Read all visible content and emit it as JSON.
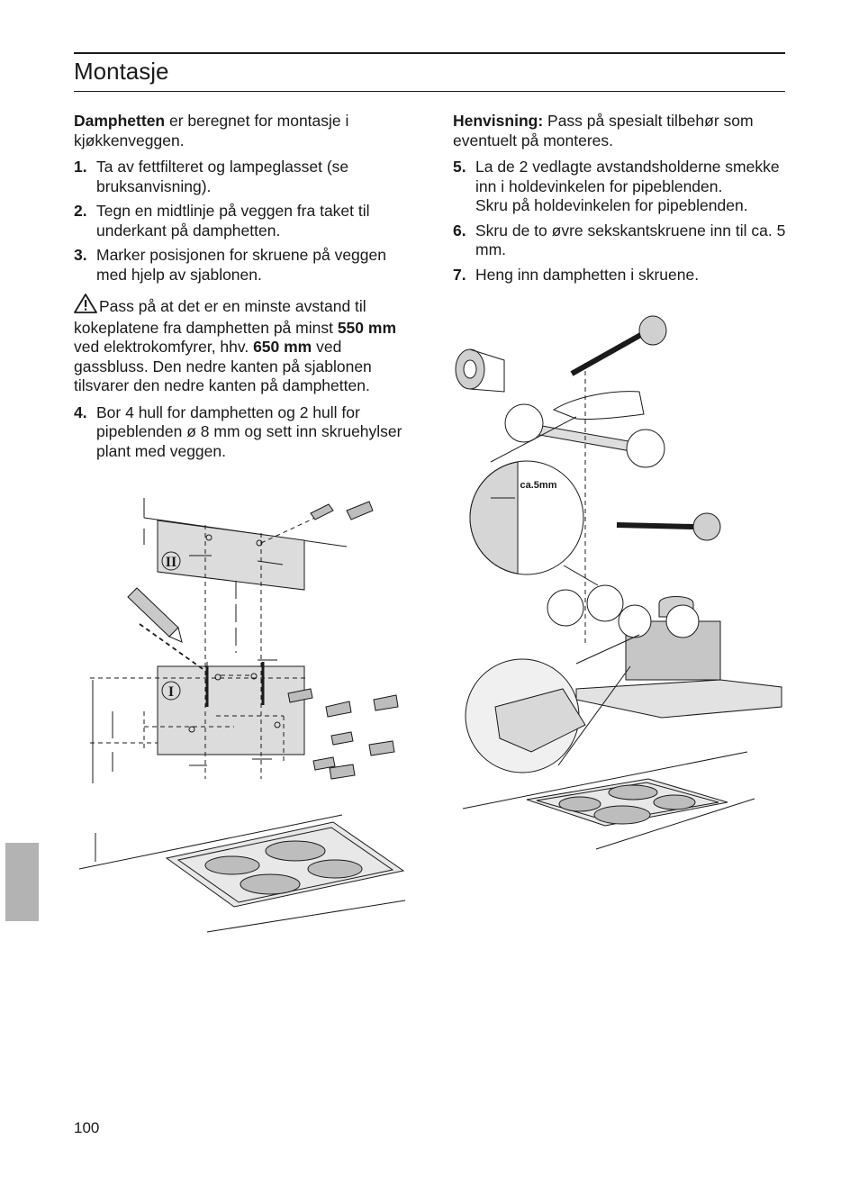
{
  "header": {
    "title": "Montasje"
  },
  "left": {
    "intro_bold": "Damphetten",
    "intro_rest": " er beregnet for montasje i kjøkkenveggen.",
    "steps": [
      {
        "num": "1.",
        "text": "Ta av fettfilteret og lampeglasset (se bruksanvisning)."
      },
      {
        "num": "2.",
        "text": "Tegn en midtlinje på veggen fra taket til underkant på damphetten."
      },
      {
        "num": "3.",
        "text": "Marker posisjonen for skruene på veggen med hjelp av sjablonen."
      }
    ],
    "warning": {
      "icon": "warning-triangle-icon",
      "part1": "Pass på at det er en minste avstand til kokeplatene fra damphetten på minst ",
      "bold1": "550 mm",
      "part2": " ved elektrokomfyrer, hhv. ",
      "bold2": "650 mm",
      "part3": " ved gassbluss. Den nedre kanten på sjablonen tilsvarer den nedre kanten på damphetten."
    },
    "step4": {
      "num": "4.",
      "text": "Bor 4 hull for damphetten og 2 hull for pipeblenden ø 8 mm og sett inn skruehylser plant med veggen."
    }
  },
  "right": {
    "note_bold": "Henvisning:",
    "note_rest": " Pass på spesialt tilbehør som eventuelt på monteres.",
    "step5": {
      "num": "5.",
      "line1": "La de 2 vedlagte avstandsholderne smekke inn i holdevinkelen for pipeblenden.",
      "line2": "Skru på holdevinkelen for pipeblenden."
    },
    "step6": {
      "num": "6.",
      "text": "Skru de to øvre sekskantskruene inn til ca. 5 mm."
    },
    "step7": {
      "num": "7.",
      "text": "Heng inn damphetten i skruene."
    }
  },
  "figure_left": {
    "template_upper_label": "II",
    "template_lower_label": "I"
  },
  "figure_right": {
    "callout_label": "ca.5mm"
  },
  "footer": {
    "page_number": "100"
  },
  "colors": {
    "text": "#1a1a1a",
    "side_tab": "#b3b3b3",
    "rule": "#1a1a1a"
  }
}
